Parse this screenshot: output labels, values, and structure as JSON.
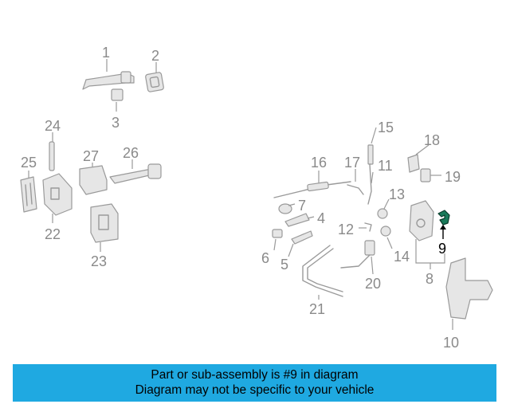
{
  "highlight_color": "#1a7a5a",
  "banner_color": "#1fa9e1",
  "labels": {
    "l1": "1",
    "l2": "2",
    "l3": "3",
    "l4": "4",
    "l5": "5",
    "l6": "6",
    "l7": "7",
    "l8": "8",
    "l9": "9",
    "l10": "10",
    "l11": "11",
    "l12": "12",
    "l13": "13",
    "l14": "14",
    "l15": "15",
    "l16": "16",
    "l17": "17",
    "l18": "18",
    "l19": "19",
    "l20": "20",
    "l21": "21",
    "l22": "22",
    "l23": "23",
    "l24": "24",
    "l25": "25",
    "l26": "26",
    "l27": "27"
  },
  "banner": {
    "line1": "Part or sub-assembly is #9 in diagram",
    "line2": "Diagram may not be specific to your vehicle"
  }
}
